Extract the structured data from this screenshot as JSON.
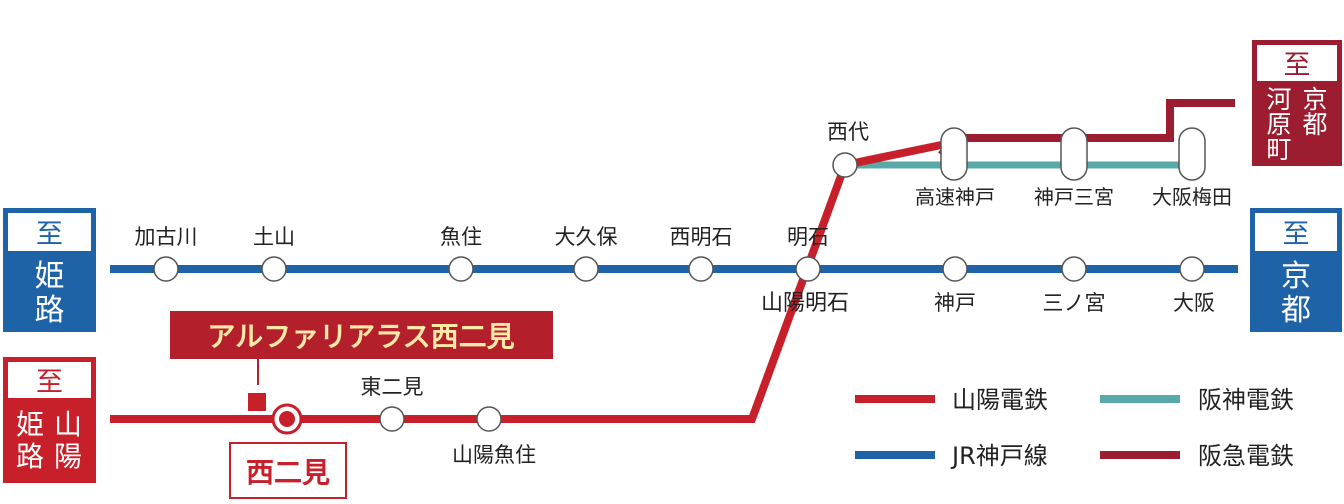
{
  "colors": {
    "sanyo": "#c8202a",
    "jr": "#1e62a8",
    "hanshin": "#5aa9a9",
    "hankyu": "#9c1c30",
    "station_fill": "#ffffff",
    "station_stroke": "#555555",
    "text": "#222222",
    "banner_bg": "#b3202b",
    "banner_text": "#ffe9a8"
  },
  "terminals": {
    "himeji_jr": {
      "to": "至",
      "name_line1": "姫",
      "name_line2": "路"
    },
    "kyoto_jr": {
      "to": "至",
      "name_line1": "京",
      "name_line2": "都"
    },
    "himeji_sanyo": {
      "to": "至",
      "name_col1_line1": "姫",
      "name_col1_line2": "路",
      "name_col2_line1": "山",
      "name_col2_line2": "陽"
    },
    "kyoto_hankyu": {
      "to": "至",
      "name_col1_line1": "河",
      "name_col1_line2": "原",
      "name_col1_line3": "町",
      "name_col2_line1": "京",
      "name_col2_line2": "都"
    }
  },
  "stations": {
    "kakogawa": "加古川",
    "tsuchiyama": "土山",
    "uozumi": "魚住",
    "okubo": "大久保",
    "nishiakashi": "西明石",
    "akashi": "明石",
    "sanyo_akashi": "山陽明石",
    "kobe": "神戸",
    "sannomiya_jr": "三ノ宮",
    "osaka": "大阪",
    "nishidai": "西代",
    "kosoku_kobe": "高速神戸",
    "kobe_sannomiya": "神戸三宮",
    "osaka_umeda": "大阪梅田",
    "higashi_futami": "東二見",
    "sanyo_uozumi": "山陽魚住",
    "nishi_futami": "西二見"
  },
  "property": {
    "name": "アルファリアラス西二見"
  },
  "legend": {
    "sanyo": "山陽電鉄",
    "hanshin": "阪神電鉄",
    "jr": "JR神戸線",
    "hankyu": "阪急電鉄"
  }
}
